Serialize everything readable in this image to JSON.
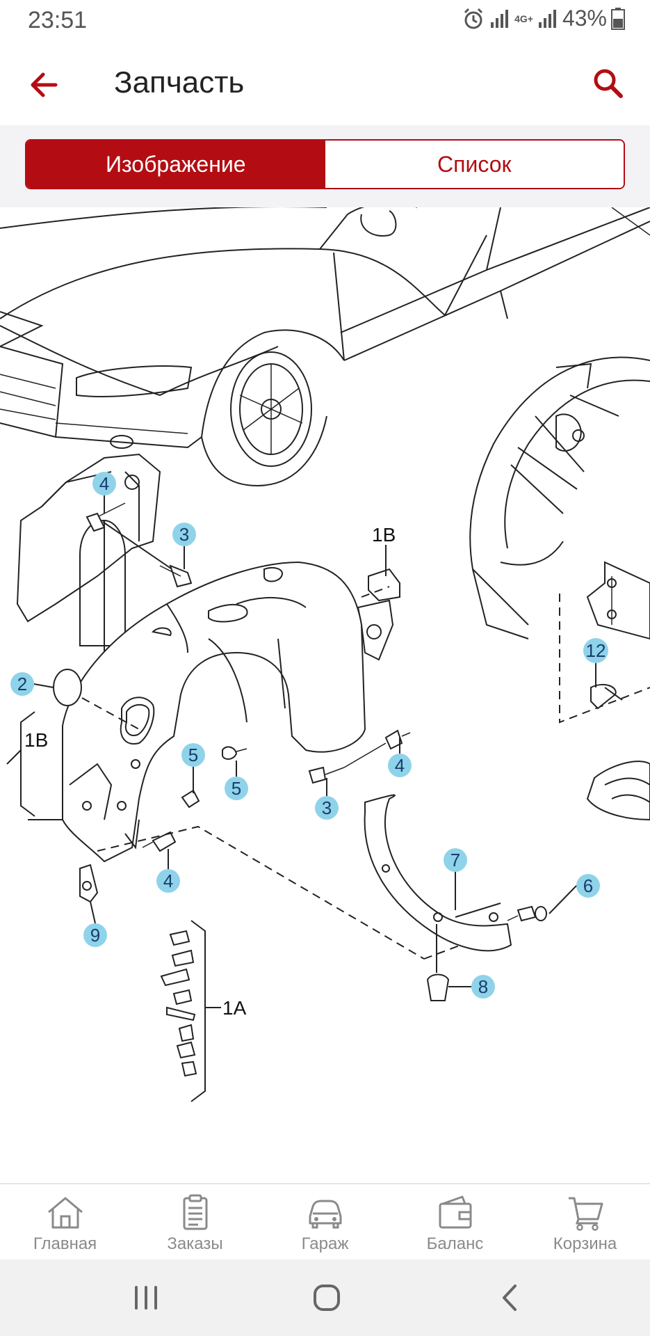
{
  "status_bar": {
    "time": "23:51",
    "network": "4G+",
    "battery": "43%"
  },
  "app_bar": {
    "title": "Запчасть",
    "back_icon": "arrow-left-icon",
    "search_icon": "search-icon"
  },
  "segments": {
    "image_label": "Изображение",
    "list_label": "Список",
    "selected": "Изображение"
  },
  "diagram": {
    "callouts": [
      "4",
      "3",
      "1B",
      "2",
      "1B",
      "5",
      "5",
      "4",
      "3",
      "4",
      "7",
      "6",
      "9",
      "8",
      "1A",
      "12"
    ]
  },
  "bottom_nav": {
    "items": [
      {
        "label": "Главная",
        "icon": "home-icon"
      },
      {
        "label": "Заказы",
        "icon": "clipboard-icon"
      },
      {
        "label": "Гараж",
        "icon": "car-icon"
      },
      {
        "label": "Баланс",
        "icon": "wallet-icon"
      },
      {
        "label": "Корзина",
        "icon": "cart-icon"
      }
    ]
  },
  "colors": {
    "accent": "#b30d13",
    "callout": "#8fd3ea",
    "nav_label": "#8a8a8a"
  }
}
